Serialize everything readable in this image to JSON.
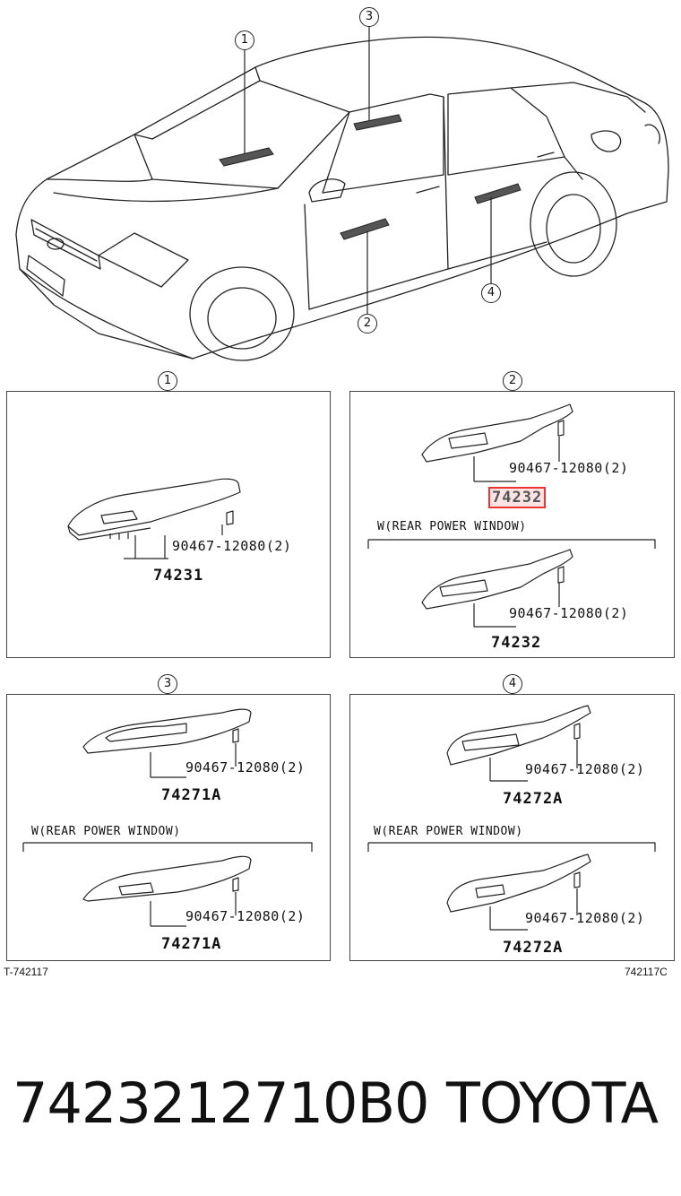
{
  "callouts": [
    "1",
    "2",
    "3",
    "4"
  ],
  "panel1": {
    "num": "1",
    "bolt": "90467-12080(2)",
    "part": "74231"
  },
  "panel2": {
    "num": "2",
    "bolt_a": "90467-12080(2)",
    "part_a": "74232",
    "note": "W(REAR POWER WINDOW)",
    "bolt_b": "90467-12080(2)",
    "part_b": "74232"
  },
  "panel3": {
    "num": "3",
    "bolt_a": "90467-12080(2)",
    "part_a": "74271A",
    "note": "W(REAR POWER WINDOW)",
    "bolt_b": "90467-12080(2)",
    "part_b": "74271A"
  },
  "panel4": {
    "num": "4",
    "bolt_a": "90467-12080(2)",
    "part_a": "74272A",
    "note": "W(REAR POWER WINDOW)",
    "bolt_b": "90467-12080(2)",
    "part_b": "74272A"
  },
  "footer": {
    "left_id": "T-742117",
    "right_id": "742117C"
  },
  "bottom": {
    "part_number": "7423212710B0",
    "brand": "TOYOTA"
  },
  "colors": {
    "highlight_border": "#e33333",
    "highlight_fill": "#fde4e4"
  }
}
